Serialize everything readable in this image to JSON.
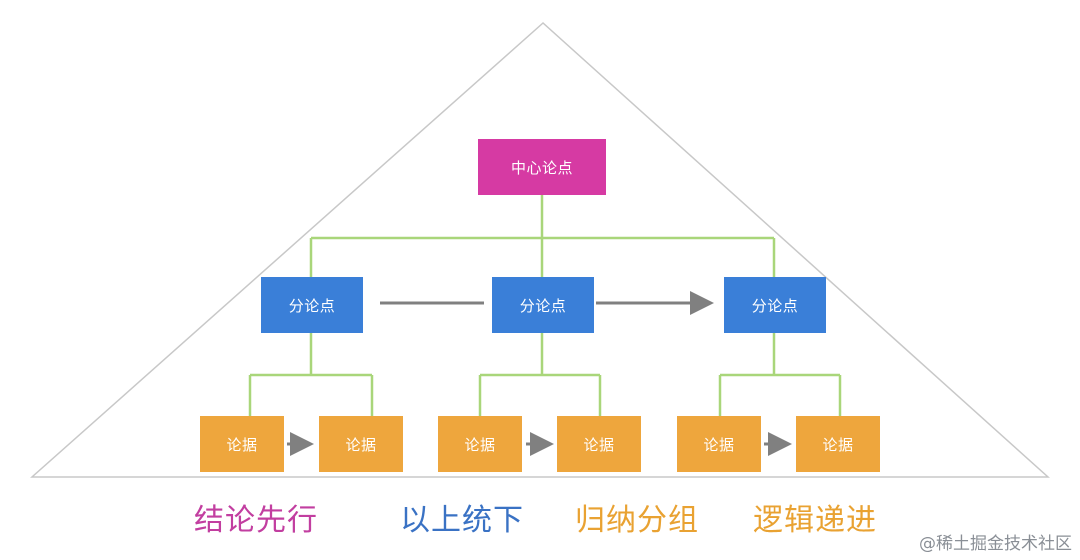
{
  "center_label": "中心论点",
  "sub_labels": [
    "分论点",
    "分论点",
    "分论点"
  ],
  "evidence_labels": [
    "论据",
    "论据",
    "论据",
    "论据",
    "论据",
    "论据"
  ],
  "principles": [
    {
      "text": "结论先行",
      "color": "#c23ea0"
    },
    {
      "text": "以上统下",
      "color": "#3a72c4"
    },
    {
      "text": "归纳分组",
      "color": "#e9a232"
    },
    {
      "text": "逻辑递进",
      "color": "#e9a232"
    }
  ],
  "watermark": "@稀土掘金技术社区",
  "colors": {
    "center": "#d63aa3",
    "sub": "#3a7fd8",
    "evidence": "#eea63d",
    "connector": "#a9d67a",
    "arrow": "#808080",
    "triangle": "#cccccc"
  }
}
